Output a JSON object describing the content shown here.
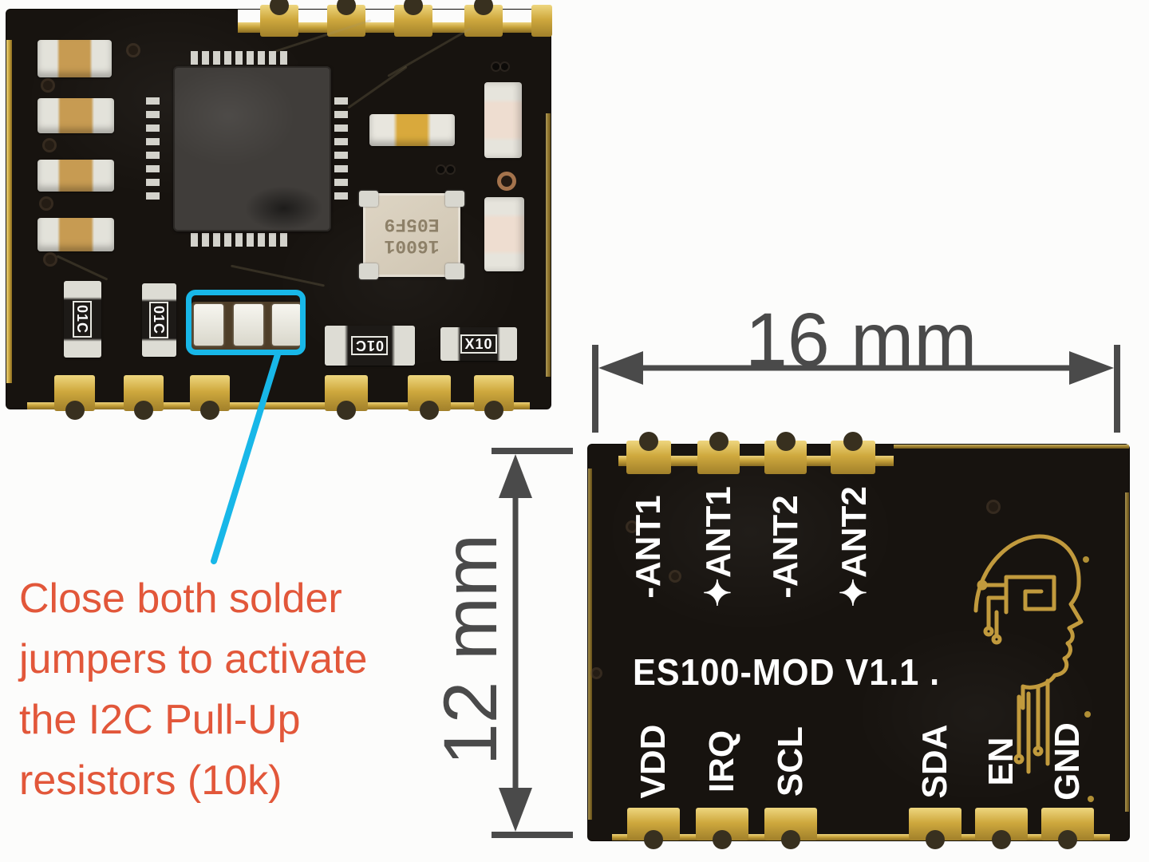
{
  "annotation": {
    "note_lines": [
      "Close both solder",
      "jumpers to activate",
      "the I2C Pull-Up",
      "resistors (10k)"
    ],
    "note_color": "#e2573a",
    "highlight_color": "#18b7e8"
  },
  "dimensions": {
    "width_label": "16 mm",
    "height_label": "12 mm",
    "color": "#4a4a4a"
  },
  "front_pcb": {
    "markings": {
      "resistor_left_1": "01C",
      "resistor_left_2": "01C",
      "resistor_mid": "01C",
      "resistor_right": "X10",
      "crystal_line1": "16001",
      "crystal_line2": "E05F9"
    }
  },
  "back_pcb": {
    "silkscreen_title": "ES100-MOD V1.1 .",
    "top_labels": [
      {
        "text": "-ANT1"
      },
      {
        "text": "✦ANT1"
      },
      {
        "text": "-ANT2"
      },
      {
        "text": "✦ANT2"
      }
    ],
    "bottom_labels": [
      {
        "text": "VDD"
      },
      {
        "text": "IRQ"
      },
      {
        "text": "SCL"
      },
      {
        "text": "SDA"
      },
      {
        "text": "EN"
      },
      {
        "text": "GND"
      }
    ],
    "silkscreen_color": "#ffffff",
    "gold_color": "#c9a43b",
    "board_color": "#17130f"
  }
}
